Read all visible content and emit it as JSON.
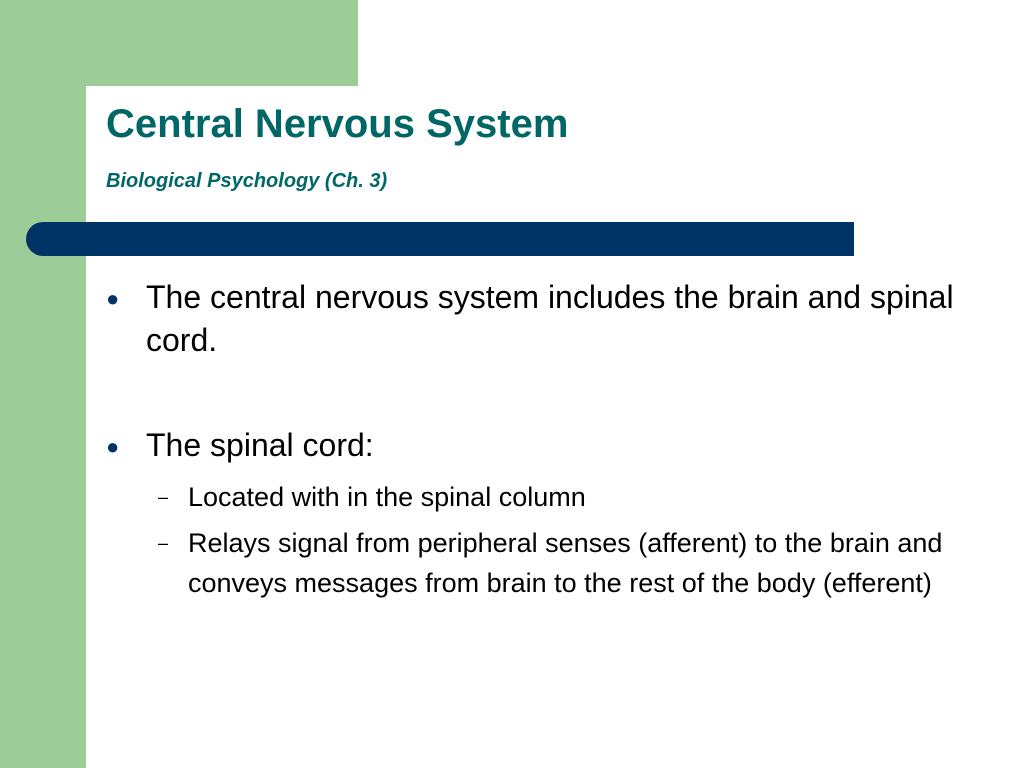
{
  "colors": {
    "green": "#9ccc98",
    "navy": "#003366",
    "teal": "#006666",
    "text": "#000000"
  },
  "title": "Central Nervous System",
  "subtitle": "Biological Psychology (Ch. 3)",
  "bullets": [
    {
      "marker": "●",
      "text": "The central nervous system includes the brain and spinal cord."
    },
    {
      "marker": "●",
      "text": "The spinal cord:",
      "sub": [
        {
          "marker": "–",
          "text": "Located with in the spinal column"
        },
        {
          "marker": "–",
          "text": "Relays signal from peripheral senses (afferent) to the brain and conveys messages from brain to the rest of the body (efferent)"
        }
      ]
    }
  ]
}
